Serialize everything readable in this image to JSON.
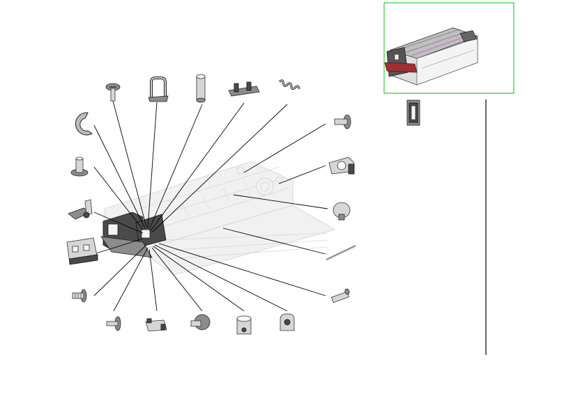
{
  "colors": {
    "overview_frame": "#33cc33",
    "highlight_part": "#a03030",
    "leader_line": "#000000",
    "assembly_ghost": "#e6e6e6"
  },
  "parts": [
    {
      "id": "e-ring",
      "icon": "e-ring-icon"
    },
    {
      "id": "flanged-pin",
      "icon": "flanged-pin-icon"
    },
    {
      "id": "lever-bracket",
      "icon": "lever-bracket-icon"
    },
    {
      "id": "end-plate",
      "icon": "end-plate-icon"
    },
    {
      "id": "screw-left",
      "icon": "screw-icon"
    },
    {
      "id": "screw-top",
      "icon": "screw-icon"
    },
    {
      "id": "wire-clip",
      "icon": "wire-clip-icon"
    },
    {
      "id": "sleeve",
      "icon": "sleeve-icon"
    },
    {
      "id": "bracket-top",
      "icon": "bracket-icon"
    },
    {
      "id": "spring",
      "icon": "spring-icon"
    },
    {
      "id": "screw-right-top",
      "icon": "screw-icon"
    },
    {
      "id": "gear-bracket",
      "icon": "gear-bracket-icon"
    },
    {
      "id": "knob",
      "icon": "knob-icon"
    },
    {
      "id": "rod",
      "icon": "rod-icon"
    },
    {
      "id": "short-pin",
      "icon": "pin-icon"
    },
    {
      "id": "screw-bottom-1",
      "icon": "screw-icon"
    },
    {
      "id": "spring-plate",
      "icon": "spring-plate-icon"
    },
    {
      "id": "screw-bottom-2",
      "icon": "screw-icon"
    },
    {
      "id": "bushing",
      "icon": "bushing-icon"
    },
    {
      "id": "clamp",
      "icon": "clamp-icon"
    },
    {
      "id": "side-latch",
      "icon": "latch-icon"
    }
  ]
}
